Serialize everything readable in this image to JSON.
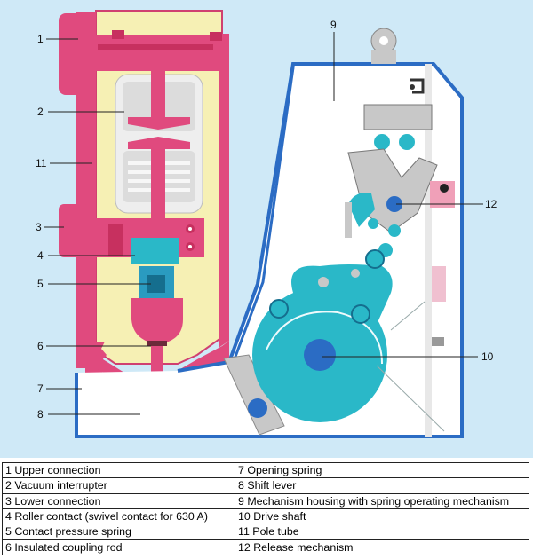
{
  "figure": {
    "callouts": [
      "1",
      "2",
      "3",
      "4",
      "5",
      "6",
      "7",
      "8",
      "9",
      "10",
      "11",
      "12"
    ]
  },
  "legend": {
    "left": [
      "1  Upper connection",
      "2  Vacuum interrupter",
      "3  Lower connection",
      "4  Roller contact (swivel contact for 630 A)",
      "5  Contact pressure spring",
      "6  Insulated coupling rod"
    ],
    "right": [
      "7  Opening spring",
      "8  Shift lever",
      "9  Mechanism housing with spring operating mechanism",
      "10 Drive shaft",
      "11 Pole tube",
      "12 Release mechanism"
    ]
  },
  "colors": {
    "background": "#cfe9f7",
    "pole_tube": "#e04a7e",
    "interrupter_body": "#eeeeee",
    "insulator_fill": "#f6f0b4",
    "mechanism_cyan": "#2ab8c8",
    "housing_outline": "#2b6cc4",
    "lever_gray": "#c8c8c8"
  }
}
